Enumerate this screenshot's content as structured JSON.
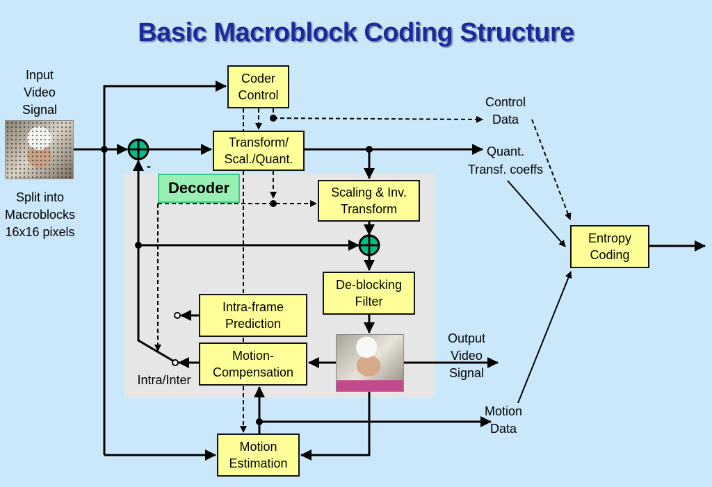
{
  "title": "Basic Macroblock Coding Structure",
  "labels": {
    "input_video_signal": "Input\nVideo\nSignal",
    "split_into_macroblocks": "Split into\nMacroblocks\n16x16 pixels",
    "control_data": "Control\nData",
    "quant_transf_coeffs": "Quant.\nTransf. coeffs",
    "output_video_signal": "Output\nVideo\nSignal",
    "motion_data": "Motion\nData",
    "intra_inter": "Intra/Inter",
    "minus_sign": "-",
    "decoder": "Decoder"
  },
  "blocks": {
    "coder_control": "Coder\nControl",
    "transform": "Transform/\nScal./Quant.",
    "scaling_inv_transform": "Scaling & Inv.\nTransform",
    "deblocking_filter": "De-blocking\nFilter",
    "intra_frame_prediction": "Intra-frame\nPrediction",
    "motion_compensation": "Motion-\nCompensation",
    "motion_estimation": "Motion\nEstimation",
    "entropy_coding": "Entropy\nCoding"
  },
  "colors": {
    "background": "#cbe8fa",
    "block_fill": "#ffff99",
    "summer_fill": "#00c08a",
    "decoder_fill": "#99eeb4",
    "title": "#1c2a9c"
  }
}
